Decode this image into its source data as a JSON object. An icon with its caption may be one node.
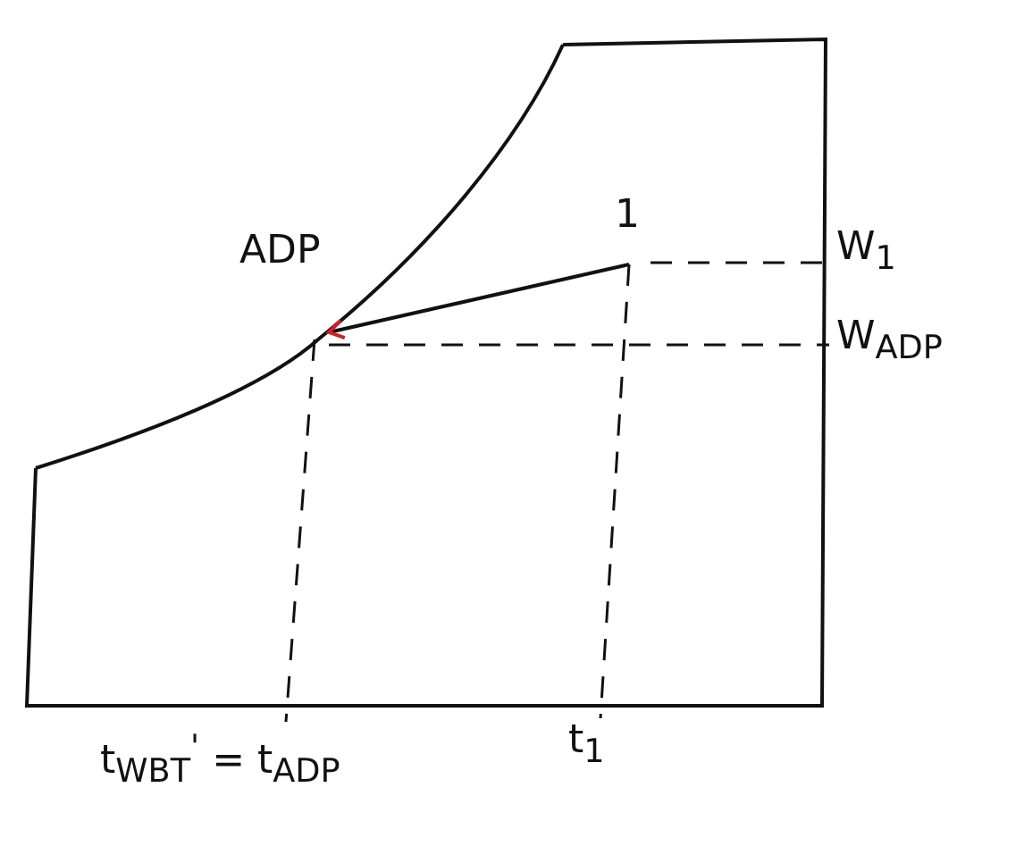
{
  "diagram": {
    "nodes": [
      {
        "text": [
          "ADP"
        ]
      },
      {
        "text": [
          "1"
        ]
      },
      {
        "text": [
          "W$_{1}$"
        ]
      },
      {
        "text": [
          "W$_{ADP}$"
        ]
      },
      {
        "text": [
          "t$_{1}$"
        ]
      },
      {
        "text": [
          "t$_{WBT}$$^{'}$ = t$_{ADP}$"
        ]
      }
    ],
    "edges": [
      {
        "from": 1,
        "to": 0,
        "arrow": "to"
      },
      {
        "from": 1,
        "to": 2,
        "arrow": "none",
        "style": "dashed"
      },
      {
        "from": 0,
        "to": 3,
        "arrow": "none",
        "style": "dashed"
      },
      {
        "from": 1,
        "to": 4,
        "arrow": "none",
        "style": "dashed"
      },
      {
        "from": 0,
        "to": 5,
        "arrow": "none",
        "style": "dashed"
      }
    ]
  }
}
